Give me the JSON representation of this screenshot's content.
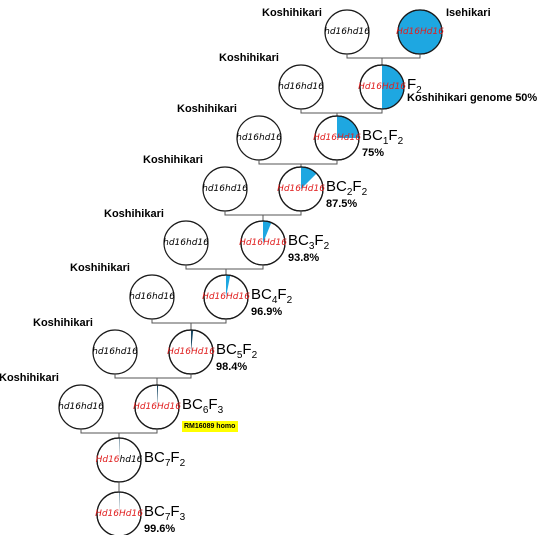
{
  "colors": {
    "isehikari": "#1ea7e1",
    "small_wedge": "#1a4a66",
    "red_text": "#e02020",
    "highlight": "#ffff00"
  },
  "parents": [
    {
      "label": "Koshihikari",
      "genotype": "hd16hd16"
    },
    {
      "label": "Isehikari",
      "genotype": "Hd16Hd16",
      "isehikari_fraction": 1.0
    }
  ],
  "generations": [
    {
      "main": "F",
      "sub": "2",
      "post": "",
      "pct": "Koshihikari genome 50%",
      "genotype_parts": [
        {
          "t": "Hd16Hd16",
          "c": "r"
        }
      ],
      "isehikari_fraction": 0.5,
      "backcross_parent": "Koshihikari",
      "backcross_genotype": "hd16hd16"
    },
    {
      "main": "BC",
      "sub": "1",
      "post": "F₂",
      "pct": "75%",
      "genotype_parts": [
        {
          "t": "Hd16Hd16",
          "c": "r"
        }
      ],
      "isehikari_fraction": 0.25,
      "backcross_parent": "Koshihikari",
      "backcross_genotype": "hd16hd16"
    },
    {
      "main": "BC",
      "sub": "2",
      "post": "F₂",
      "pct": "87.5%",
      "genotype_parts": [
        {
          "t": "Hd16Hd16",
          "c": "r"
        }
      ],
      "isehikari_fraction": 0.125,
      "backcross_parent": "Koshihikari",
      "backcross_genotype": "hd16hd16"
    },
    {
      "main": "BC",
      "sub": "3",
      "post": "F₂",
      "pct": "93.8%",
      "genotype_parts": [
        {
          "t": "Hd16Hd16",
          "c": "r"
        }
      ],
      "isehikari_fraction": 0.062,
      "backcross_parent": "Koshihikari",
      "backcross_genotype": "hd16hd16"
    },
    {
      "main": "BC",
      "sub": "4",
      "post": "F₂",
      "pct": "96.9%",
      "genotype_parts": [
        {
          "t": "Hd16Hd16",
          "c": "r"
        }
      ],
      "isehikari_fraction": 0.031,
      "backcross_parent": "Koshihikari",
      "backcross_genotype": "hd16hd16"
    },
    {
      "main": "BC",
      "sub": "5",
      "post": "F₂",
      "pct": "98.4%",
      "genotype_parts": [
        {
          "t": "Hd16Hd16",
          "c": "r"
        }
      ],
      "isehikari_fraction": 0.016,
      "backcross_parent": "Koshihikari",
      "backcross_genotype": "hd16hd16"
    },
    {
      "main": "BC",
      "sub": "6",
      "post": "F₃",
      "pct": "",
      "note": "RM16089 homo",
      "genotype_parts": [
        {
          "t": "Hd16Hd16",
          "c": "r"
        }
      ],
      "isehikari_fraction": 0.008,
      "backcross_parent": "Koshihikari",
      "backcross_genotype": "hd16hd16"
    },
    {
      "main": "BC",
      "sub": "7",
      "post": "F₂",
      "pct": "",
      "genotype_parts": [
        {
          "t": "Hd16",
          "c": "r"
        },
        {
          "t": "hd16",
          "c": "k"
        }
      ],
      "isehikari_fraction": 0.004
    },
    {
      "main": "BC",
      "sub": "7",
      "post": "F₃",
      "pct": "99.6%",
      "genotype_parts": [
        {
          "t": "Hd16Hd16",
          "c": "r"
        }
      ],
      "isehikari_fraction": 0.004
    }
  ]
}
